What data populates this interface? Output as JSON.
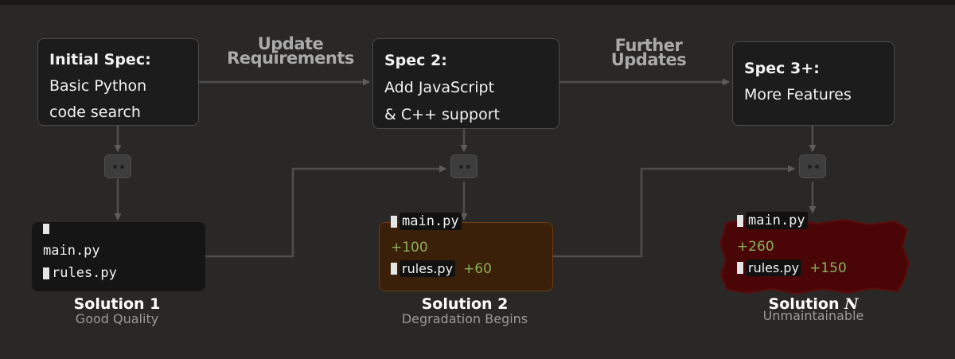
{
  "specs": [
    {
      "title": "Initial Spec:",
      "line1": "Basic Python",
      "line2": "code search"
    },
    {
      "title": "Spec 2:",
      "line1": "Add JavaScript",
      "line2": "& C++ support"
    },
    {
      "title": "Spec 3+:",
      "line1": "More Features"
    }
  ],
  "edges": {
    "update": {
      "line1": "Update",
      "line2": "Requirements"
    },
    "further": {
      "line1": "Further",
      "line2": "Updates"
    }
  },
  "solutions": [
    {
      "file1": "main.py",
      "file2": "rules.py",
      "title": "Solution 1",
      "subtitle": "Good Quality"
    },
    {
      "file1": "main.py",
      "delta1": "+100",
      "file2": "rules.py",
      "delta2": "+60",
      "title": "Solution 2",
      "subtitle": "Degradation Begins"
    },
    {
      "file1": "main.py",
      "delta1": "+260",
      "file2": "rules.py",
      "delta2": "+150",
      "title_prefix": "Solution",
      "title_var": "N",
      "subtitle": "Unmaintainable"
    }
  ],
  "colors": {
    "background": "#2a2826",
    "box": "#1c1c1c",
    "degrading": "#3a2008",
    "unmaintainable": "#4a0606",
    "delta": "#8ab05a"
  },
  "icons": [
    "robot-icon",
    "file-icon"
  ]
}
